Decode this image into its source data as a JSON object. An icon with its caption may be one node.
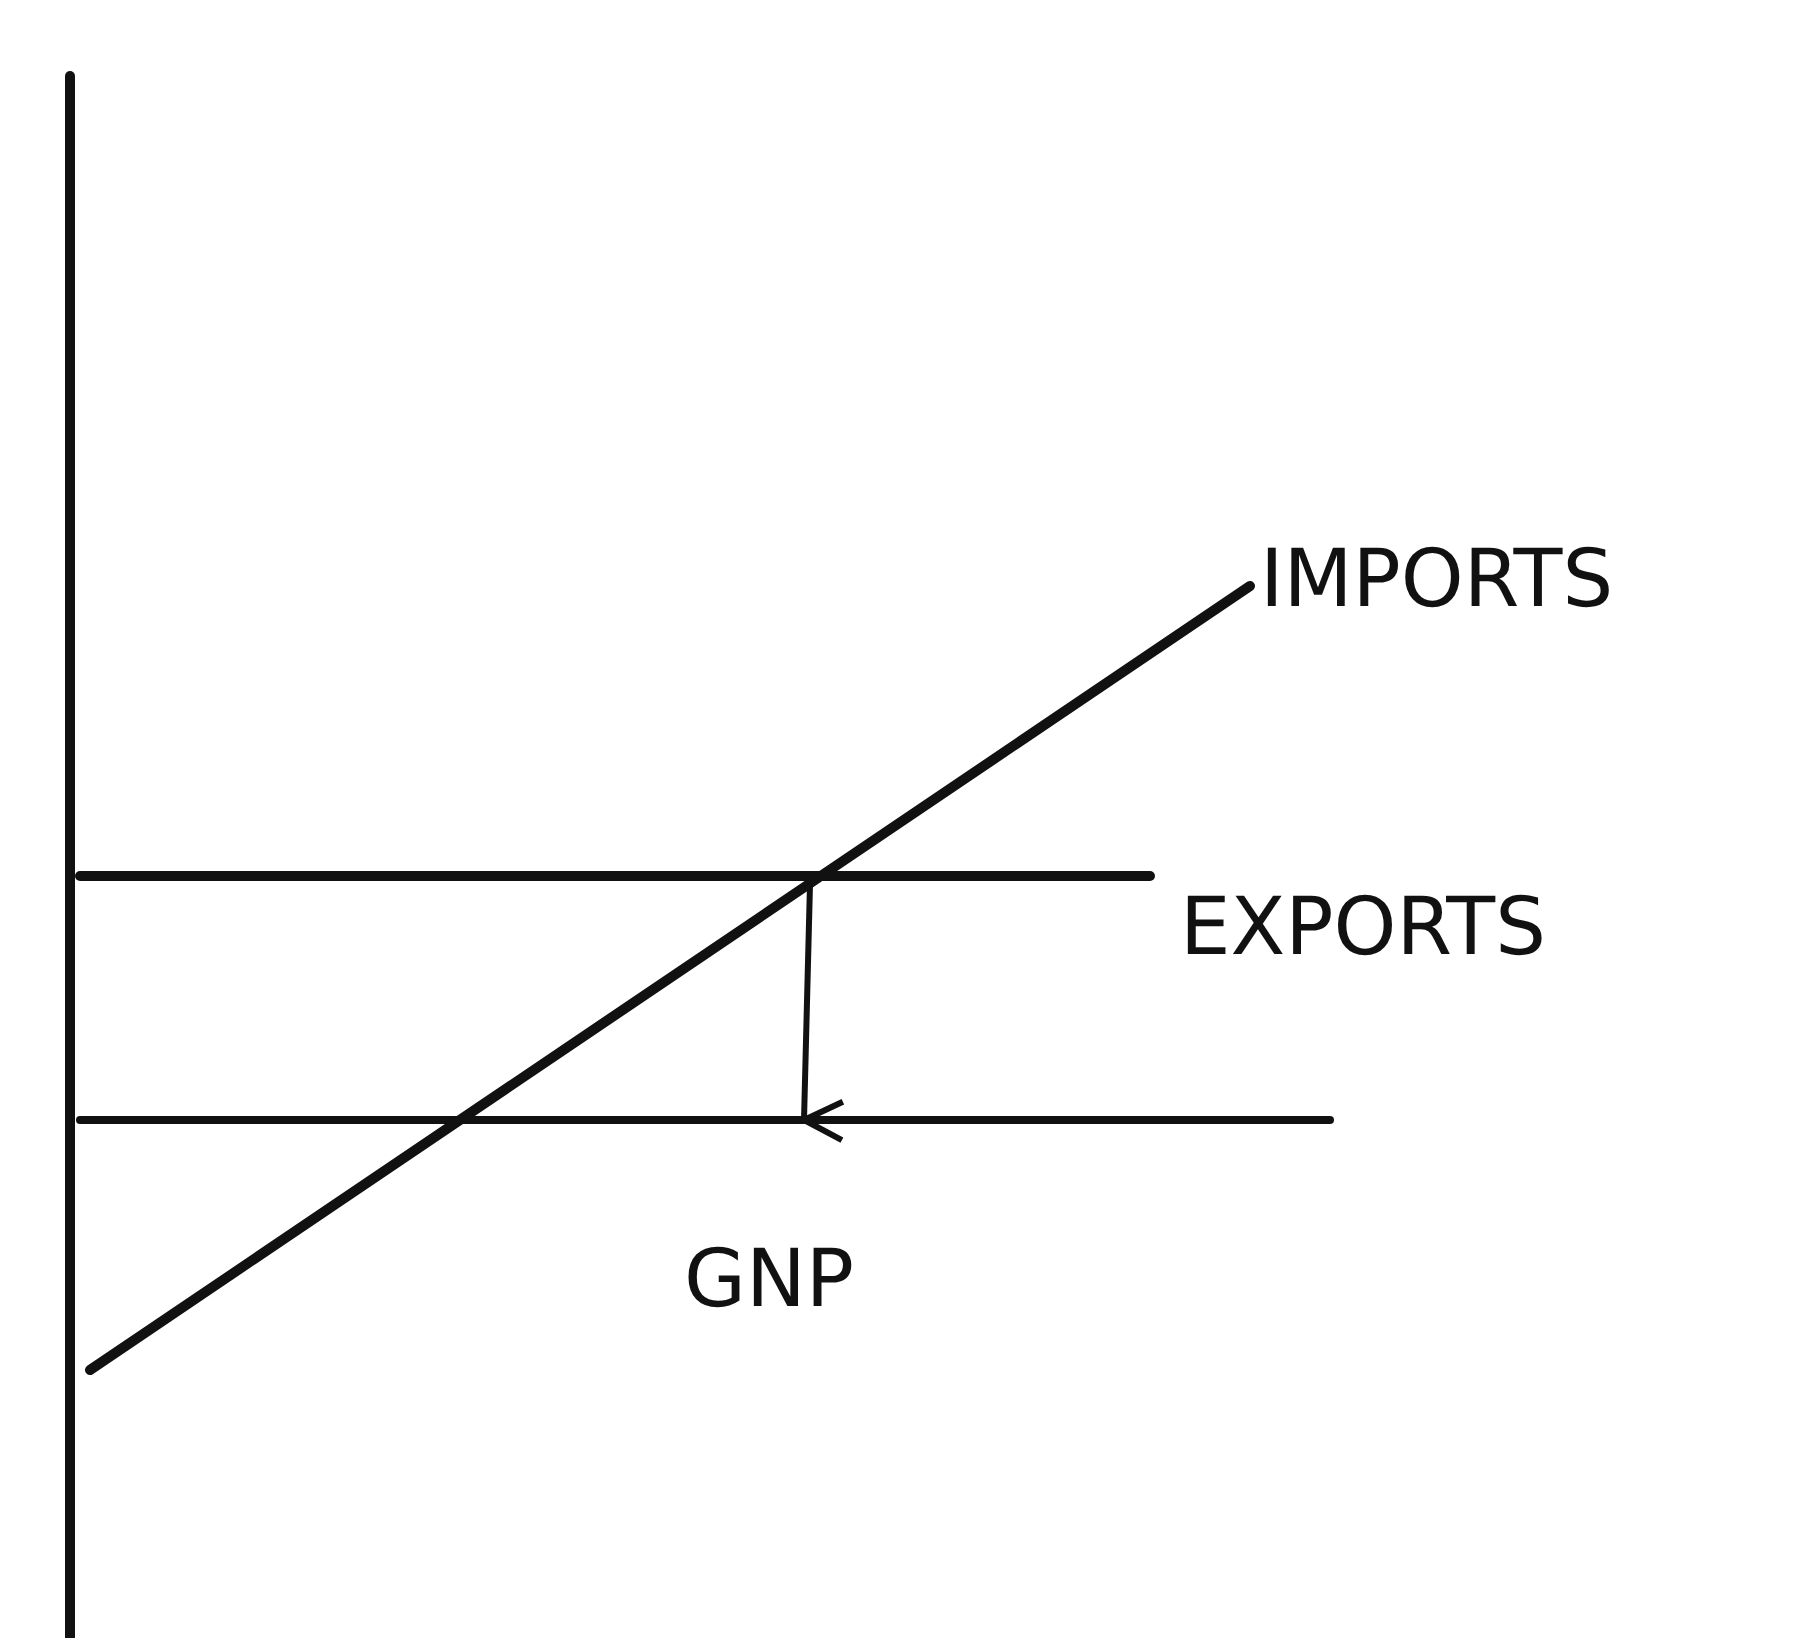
{
  "diagram": {
    "labels": [
      "IMPORTS",
      "EXPORTS",
      "GNP"
    ]
  }
}
